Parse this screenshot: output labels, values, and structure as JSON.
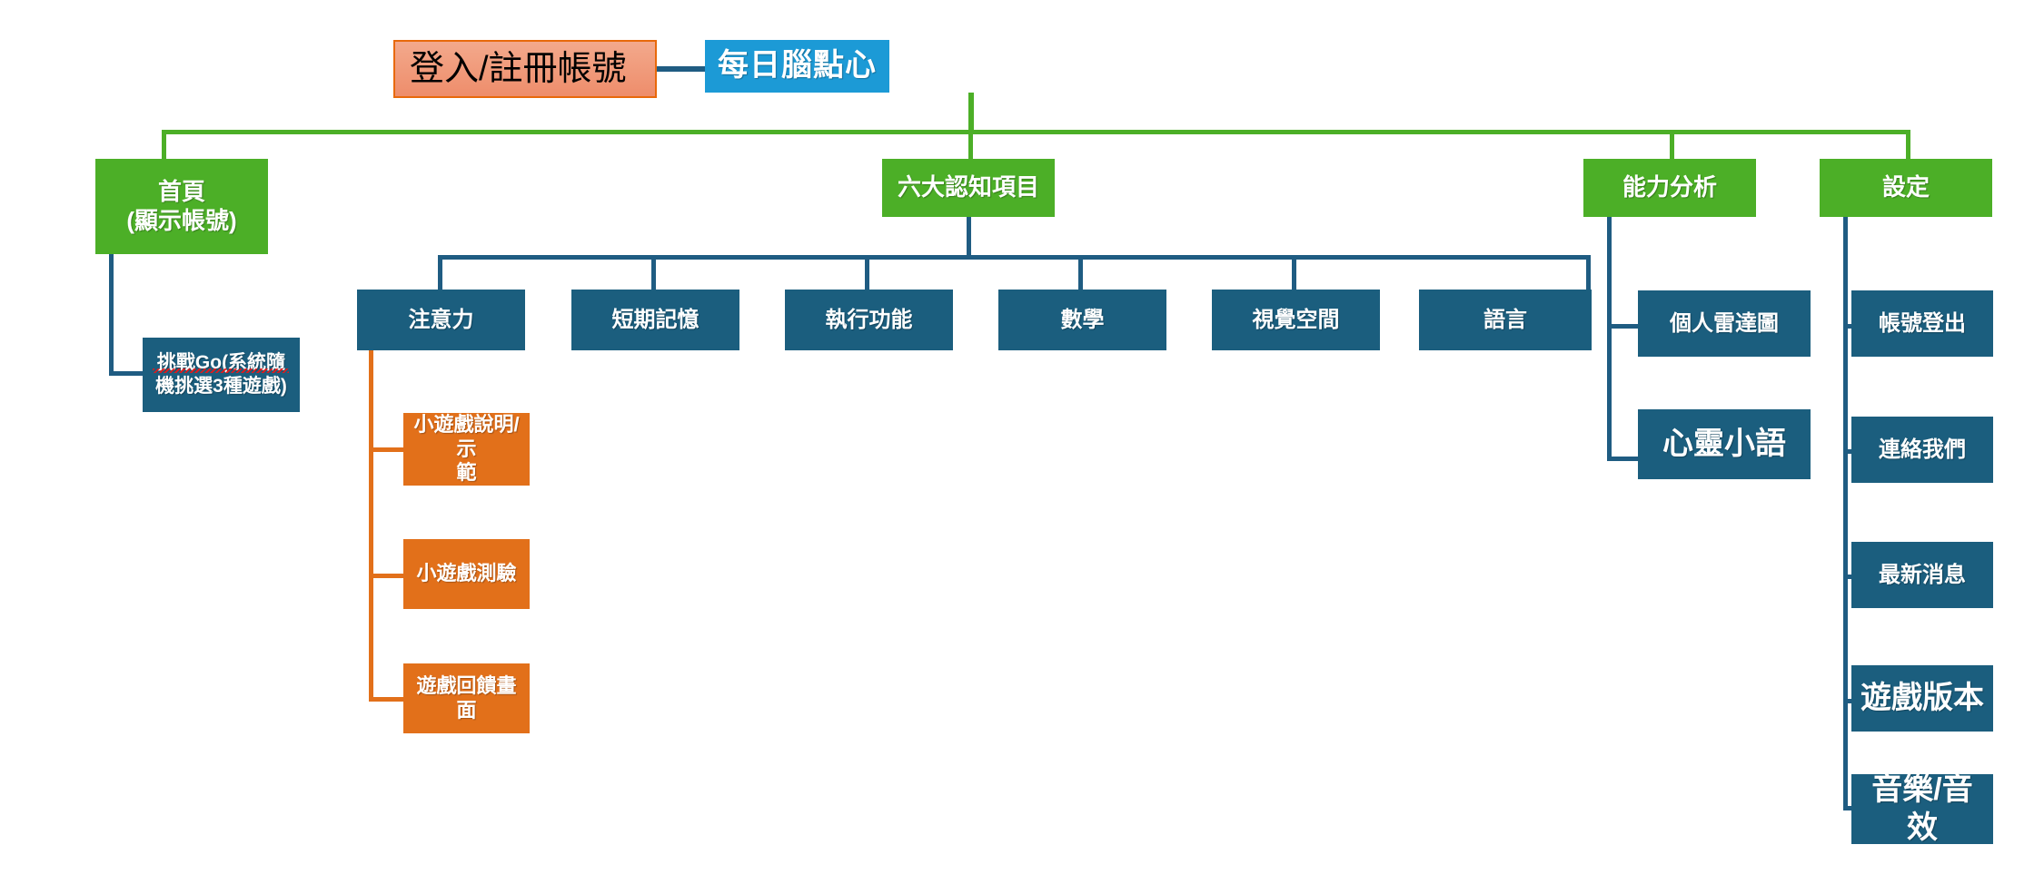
{
  "diagram": {
    "title": "每日腦點心",
    "login_node": "登入/註冊帳號",
    "level1": [
      {
        "id": "home",
        "label_line1": "首頁",
        "label_line2": "(顯示帳號)"
      },
      {
        "id": "cognitive",
        "label": "六大認知項目"
      },
      {
        "id": "analysis",
        "label": "能力分析"
      },
      {
        "id": "settings",
        "label": "設定"
      }
    ],
    "home_children": [
      {
        "label_line1": "挑戰Go(系統隨",
        "label_line2": "機挑選3種遊戲)"
      }
    ],
    "cognitive_children": [
      {
        "label": "注意力"
      },
      {
        "label": "短期記憶"
      },
      {
        "label": "執行功能"
      },
      {
        "label": "數學"
      },
      {
        "label": "視覺空間"
      },
      {
        "label": "語言"
      }
    ],
    "attention_children": [
      {
        "label_line1": "小遊戲說明/示",
        "label_line2": "範"
      },
      {
        "label": "小遊戲測驗"
      },
      {
        "label": "遊戲回饋畫面"
      }
    ],
    "analysis_children": [
      {
        "label": "個人雷達圖"
      },
      {
        "label": "心靈小語"
      }
    ],
    "settings_children": [
      {
        "label": "帳號登出"
      },
      {
        "label": "連絡我們"
      },
      {
        "label": "最新消息"
      },
      {
        "label": "遊戲版本"
      },
      {
        "label": "音樂/音效"
      }
    ],
    "colors": {
      "title_blue": "#1C9AD6",
      "branch_green": "#4CAF27",
      "node_teal": "#1B5E7E",
      "node_orange": "#E2701A",
      "login_fill": "#EE8D6B",
      "login_border": "#E8690B"
    }
  }
}
